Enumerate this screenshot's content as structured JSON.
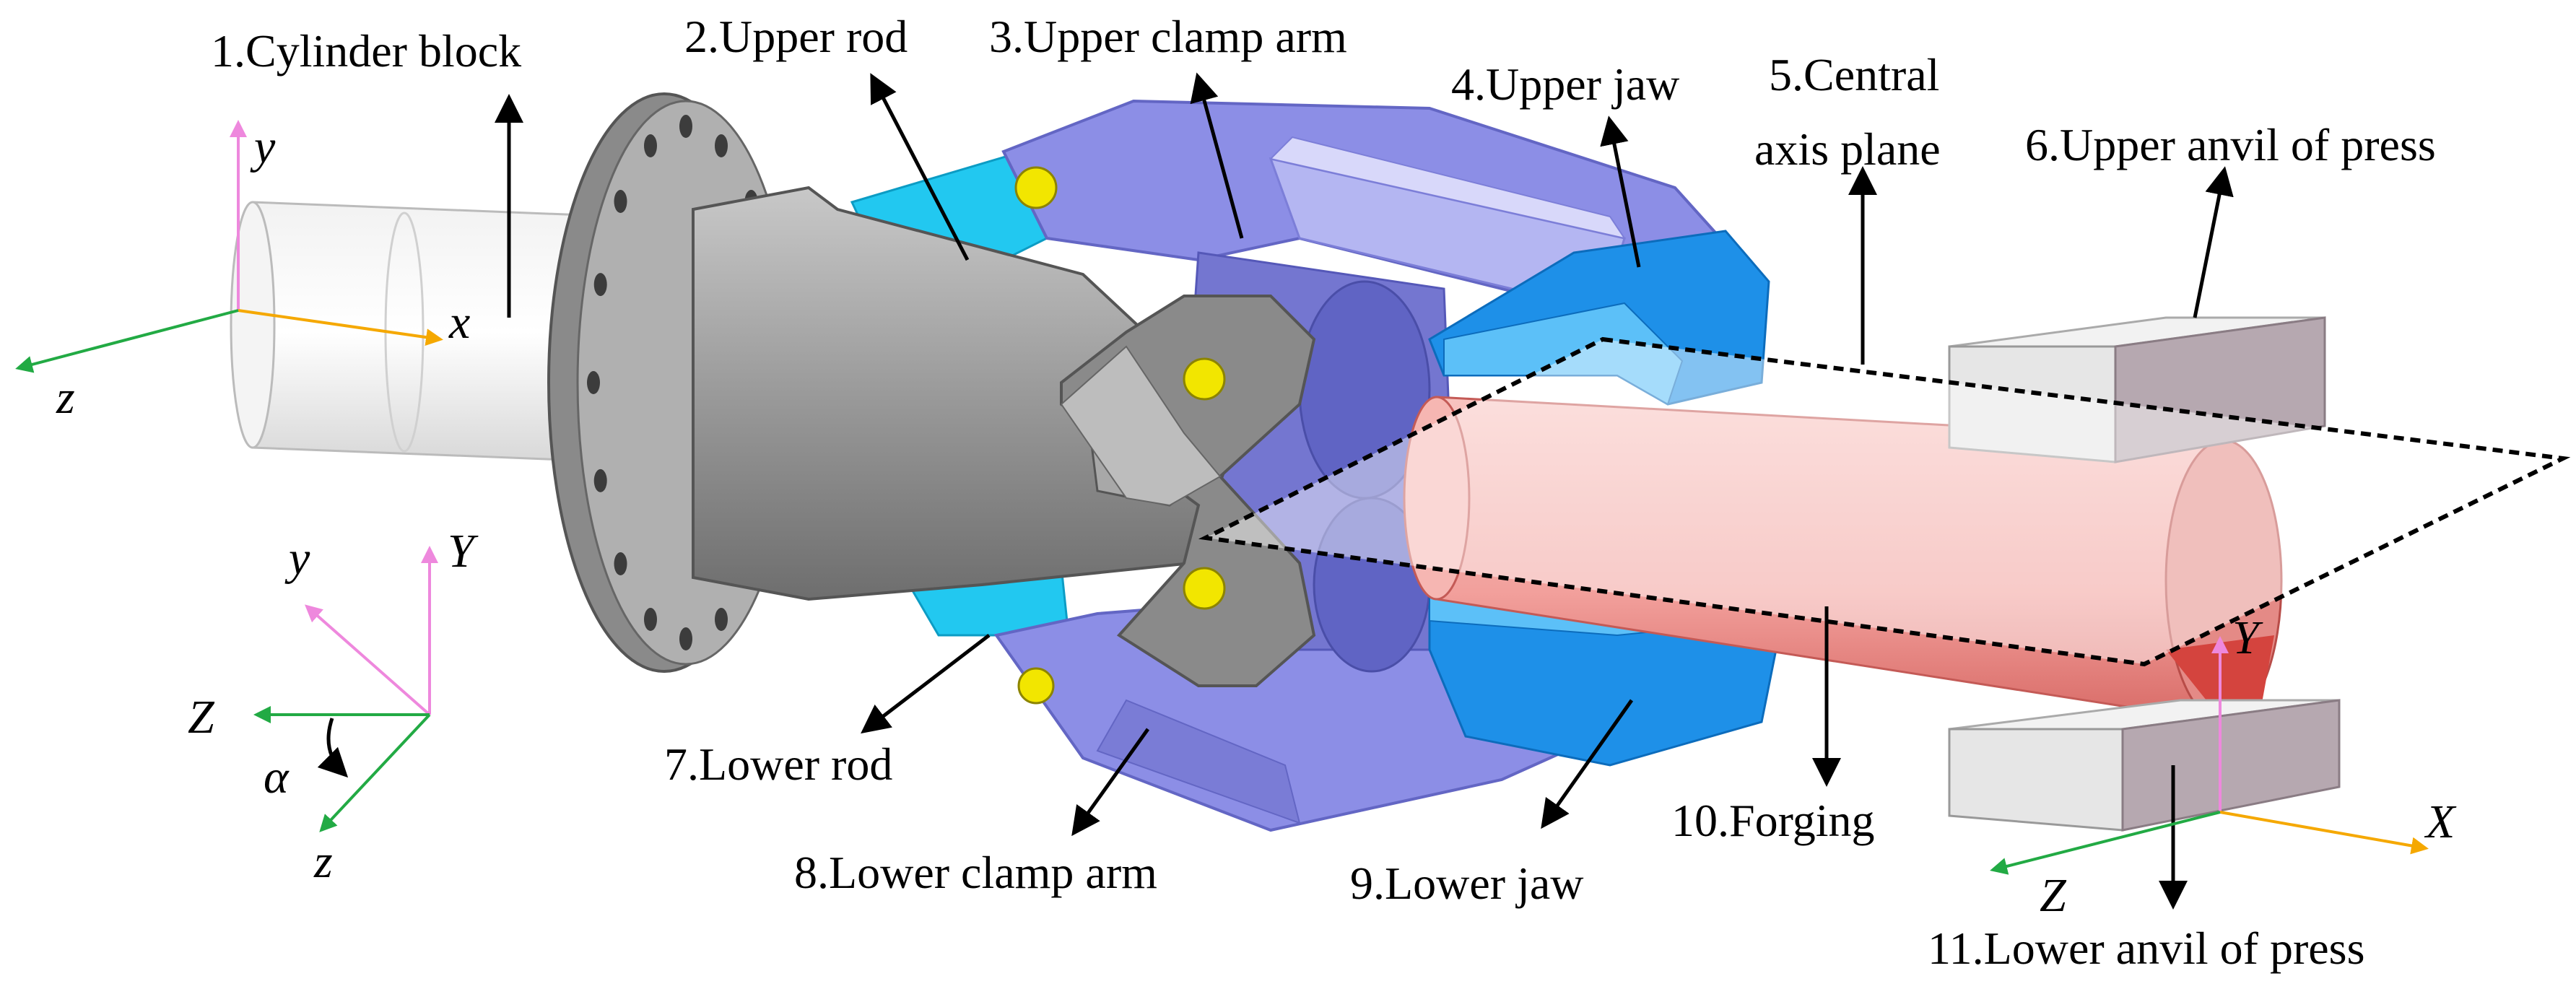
{
  "labels": {
    "cylinder_block": "1.Cylinder block",
    "upper_rod": "2.Upper rod",
    "upper_clamp_arm": "3.Upper clamp arm",
    "upper_jaw": "4.Upper jaw",
    "central_axis_plane_line1": "5.Central",
    "central_axis_plane_line2": "axis plane",
    "upper_anvil": "6.Upper anvil of press",
    "lower_rod": "7.Lower rod",
    "lower_clamp_arm": "8.Lower clamp arm",
    "lower_jaw": "9.Lower jaw",
    "forging": "10.Forging",
    "lower_anvil": "11.Lower anvil of press"
  },
  "axes": {
    "top_local": {
      "y": "y",
      "x": "x",
      "z": "z"
    },
    "mid_frame": {
      "y": "y",
      "Y": "Y",
      "Z": "Z",
      "z": "z",
      "alpha": "α"
    },
    "press_frame": {
      "Y": "Y",
      "X": "X",
      "Z": "Z"
    }
  },
  "colors": {
    "axis_y": "#ee88dd",
    "axis_x": "#f5a800",
    "axis_z": "#22aa44",
    "cylinder": "#9a9a9a",
    "clamp_arm": "#8c8ee6",
    "rod": "#22c8f0",
    "jaw": "#1e90e8",
    "forging": "#f4a8a4",
    "anvil": "#e6e6e6",
    "pin": "#f2e600"
  }
}
